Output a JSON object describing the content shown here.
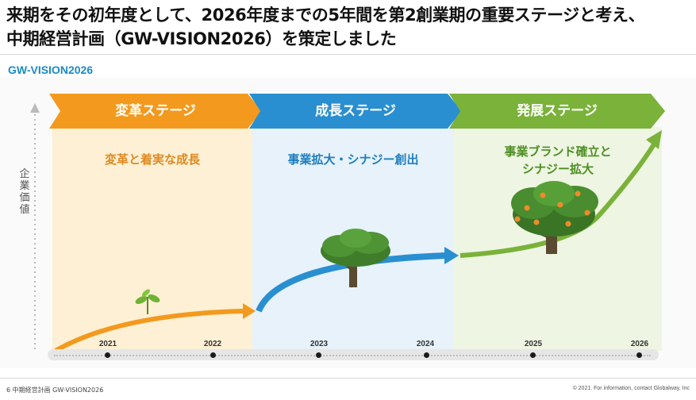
{
  "headline": {
    "line1": "来期をその初年度として、2026年度までの5年間を第2創業期の重要ステージと考え、",
    "line2": "中期経営計画（GW-VISION2026）を策定しました"
  },
  "subtitle": "GW-VISION2026",
  "y_axis_label": "企業価値",
  "stages": [
    {
      "title": "変革ステージ",
      "description_line1": "変革と着実な成長",
      "description_line2": "",
      "color": "#f39a1e",
      "panel_color": "#fdf0d5"
    },
    {
      "title": "成長ステージ",
      "description_line1": "事業拡大・シナジー創出",
      "description_line2": "",
      "color": "#2a8fd0",
      "panel_color": "#e7f2fb"
    },
    {
      "title": "発展ステージ",
      "description_line1": "事業ブランド確立と",
      "description_line2": "シナジー拡大",
      "color": "#7ab23a",
      "panel_color": "#eef5e2"
    }
  ],
  "years": [
    "2021",
    "2022",
    "2023",
    "2024",
    "2025",
    "2026"
  ],
  "footer": {
    "page_label": "6 中期経営計画 GW-VISION2026",
    "copyright": "© 2021. For information, contact Globalway, Inc"
  },
  "icons": {
    "sprout": "sprout-icon",
    "tree_medium": "tree-icon",
    "tree_large": "fruit-tree-icon"
  }
}
